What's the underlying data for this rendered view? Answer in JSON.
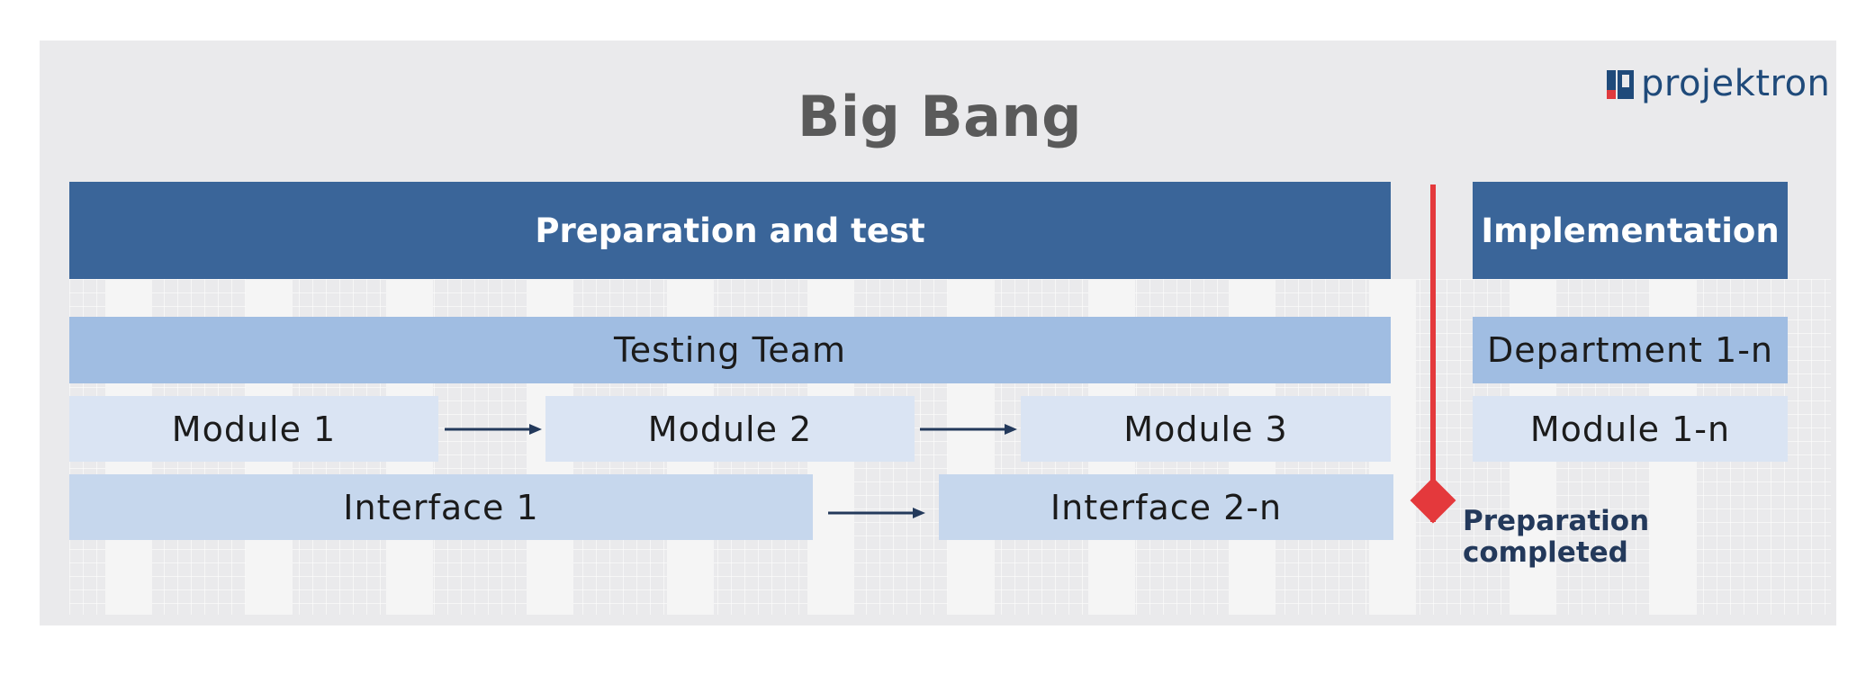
{
  "diagram": {
    "title": "Big Bang",
    "logo": {
      "text": "projektron",
      "colors": {
        "primary": "#1f4a7a",
        "accent": "#e03a3e"
      }
    },
    "phases": {
      "preparation": "Preparation and test",
      "implementation": "Implementation"
    },
    "teams": {
      "testing": "Testing Team",
      "department": "Department  1-n"
    },
    "modules": {
      "m1": "Module 1",
      "m2": "Module 2",
      "m3": "Module 3",
      "mn": "Module 1-n"
    },
    "interfaces": {
      "i1": "Interface 1",
      "i2": "Interface 2-n"
    },
    "milestone": {
      "line1": "Preparation",
      "line2": "completed",
      "color": "#e4393c"
    },
    "colors": {
      "phase": "#3a6599",
      "team": "#a0bde2",
      "module": "#dae4f3",
      "interface": "#c6d7ed",
      "arrow": "#23395b"
    }
  }
}
